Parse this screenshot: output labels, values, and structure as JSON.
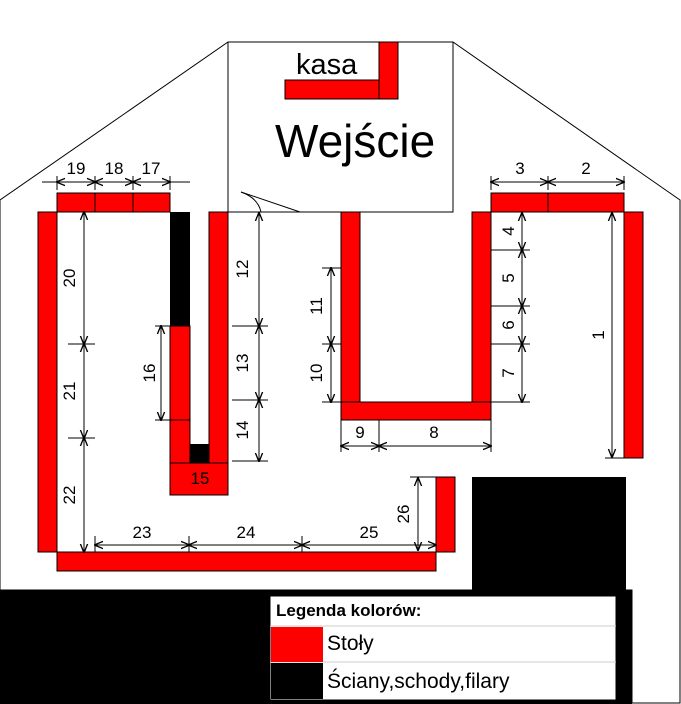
{
  "title": "Wejście",
  "cash_desk": "kasa",
  "colors": {
    "table": "#ff0000",
    "wall": "#000000",
    "outline": "#000000",
    "background": "#ffffff"
  },
  "legend": {
    "title": "Legenda kolorów:",
    "items": [
      {
        "label": "Stoły",
        "color": "#ff0000"
      },
      {
        "label": "Ściany,schody,filary",
        "color": "#000000"
      }
    ]
  },
  "table_numbers": {
    "t1": "1",
    "t2": "2",
    "t3": "3",
    "t4": "4",
    "t5": "5",
    "t6": "6",
    "t7": "7",
    "t8": "8",
    "t9": "9",
    "t10": "10",
    "t11": "11",
    "t12": "12",
    "t13": "13",
    "t14": "14",
    "t15": "15",
    "t16": "16",
    "t17": "17",
    "t18": "18",
    "t19": "19",
    "t20": "20",
    "t21": "21",
    "t22": "22",
    "t23": "23",
    "t24": "24",
    "t25": "25",
    "t26": "26"
  }
}
